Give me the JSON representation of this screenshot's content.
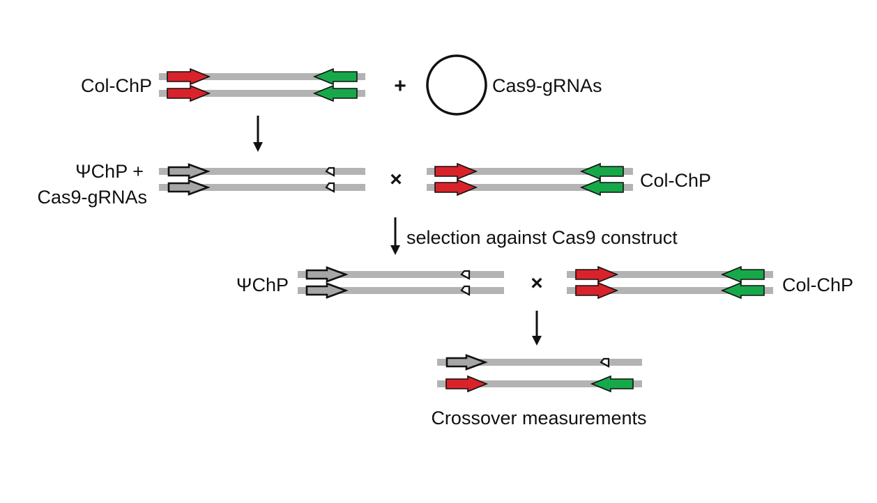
{
  "labels": {
    "col_chp_top": "Col-ChP",
    "plus": "+",
    "cas9_grnas": "Cas9-gRNAs",
    "psi_chp_plus_line1": "ΨChP +",
    "psi_chp_plus_line2": "Cas9-gRNAs",
    "cross1": "×",
    "col_chp_mid": "Col-ChP",
    "selection": "selection against Cas9 construct",
    "psi_chp": "ΨChP",
    "cross2": "×",
    "col_chp_bottom": "Col-ChP",
    "crossover": "Crossover measurements"
  },
  "colors": {
    "chromosome": "#b3b3b3",
    "red_marker": "#d9232a",
    "green_marker": "#17a84a",
    "grey_marker": "#a6a6a6"
  },
  "icons": [
    "plasmid-circle-icon",
    "down-arrow-icon",
    "red-arrow-marker",
    "green-arrow-marker",
    "grey-arrow-marker",
    "truncated-arrow-marker"
  ]
}
